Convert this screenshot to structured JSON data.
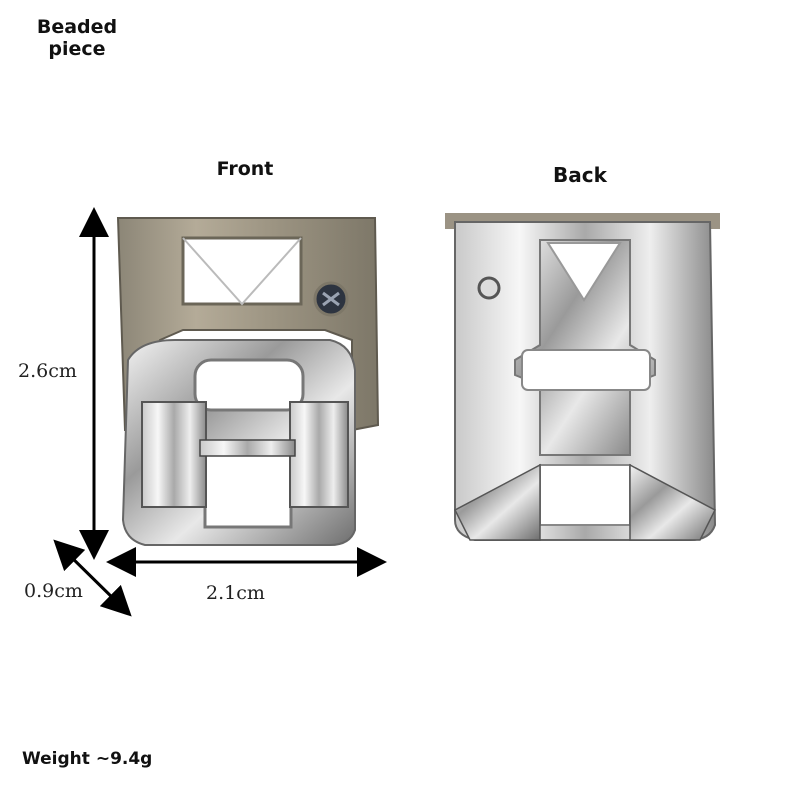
{
  "title": "Beaded\npiece",
  "views": {
    "front": "Front",
    "back": "Back"
  },
  "dimensions": {
    "height": "2.6cm",
    "width": "2.1cm",
    "depth": "0.9cm"
  },
  "weight": "Weight ~9.4g"
}
